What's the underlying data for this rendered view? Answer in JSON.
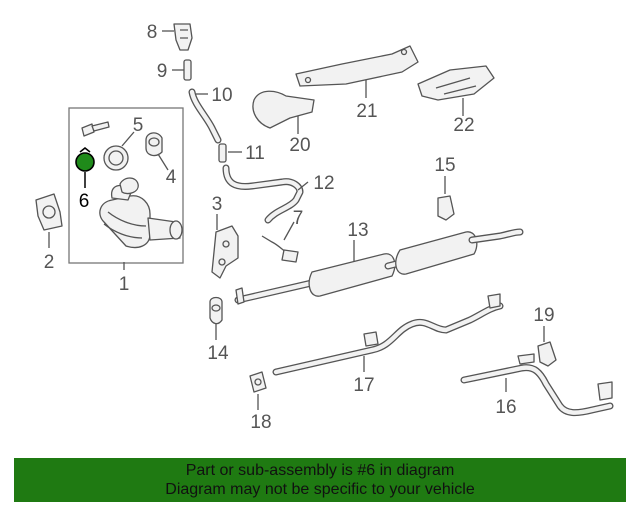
{
  "diagram": {
    "callouts": {
      "c1": "1",
      "c2": "2",
      "c3": "3",
      "c4": "4",
      "c5": "5",
      "c6": "6",
      "c7": "7",
      "c8": "8",
      "c9": "9",
      "c10": "10",
      "c11": "11",
      "c12": "12",
      "c13": "13",
      "c14": "14",
      "c15": "15",
      "c16": "16",
      "c17": "17",
      "c18": "18",
      "c19": "19",
      "c20": "20",
      "c21": "21",
      "c22": "22"
    },
    "highlighted_part": "6",
    "colors": {
      "highlight": "#1f8a1a",
      "banner": "#1f7a12",
      "line": "#555555"
    }
  },
  "banner": {
    "line1": "Part or sub-assembly is #6 in diagram",
    "line2": "Diagram may not be specific to your vehicle"
  }
}
